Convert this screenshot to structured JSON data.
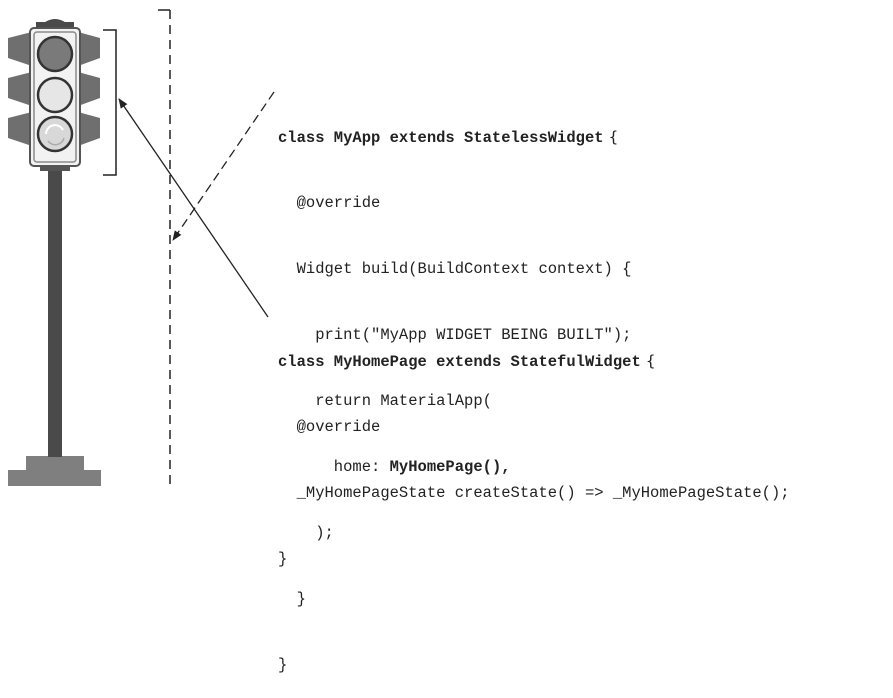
{
  "colors": {
    "pole": "#4a4a4a",
    "housing": "#f2f2f2",
    "lamp_top": "#7a7a7a",
    "lamp_mid": "#e6e6e6",
    "lamp_bottom": "#d8d8d8",
    "visor": "#6f6f6f",
    "base": "#7f7f7f",
    "line": "#222222"
  },
  "code_block_1": {
    "line1_bold": "class MyApp extends StatelessWidget",
    "line1_brace": " {",
    "line2": "  @override",
    "line3": "  Widget build(BuildContext context) {",
    "line4": "    print(\"MyApp WIDGET BEING BUILT\");",
    "line5": "    return MaterialApp(",
    "line6_pre": "      home: ",
    "line6_bold": "MyHomePage(),",
    "line7": "    );",
    "line8": "  }",
    "line9": "}"
  },
  "code_block_2": {
    "line1_bold": "class MyHomePage extends StatefulWidget",
    "line1_brace": " {",
    "line2": "  @override",
    "line3": "  _MyHomePageState createState() => _MyHomePageState();",
    "line4": "}"
  }
}
